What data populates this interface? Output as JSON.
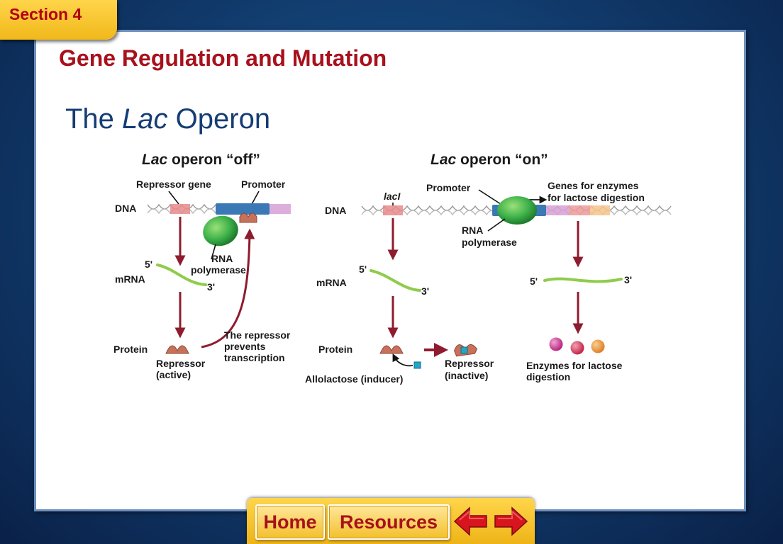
{
  "header": {
    "section_label": "Section 4",
    "chapter_title": "Gene Regulation and Mutation"
  },
  "slide": {
    "title_prefix": "The ",
    "title_italic": "Lac",
    "title_suffix": " Operon"
  },
  "diagram": {
    "off": {
      "title_italic": "Lac",
      "title_rest": " operon “off”",
      "repressor_gene": "Repressor gene",
      "promoter": "Promoter",
      "dna": "DNA",
      "rna_pol_line1": "RNA",
      "rna_pol_line2": "polymerase",
      "five_prime": "5'",
      "three_prime": "3'",
      "mrna": "mRNA",
      "protein": "Protein",
      "repressor_line1": "Repressor",
      "repressor_line2": "(active)",
      "prevents_line1": "The repressor",
      "prevents_line2": "prevents",
      "prevents_line3": "transcription"
    },
    "on": {
      "title_italic": "Lac",
      "title_rest": " operon “on”",
      "laci": "lacI",
      "promoter": "Promoter",
      "genes_line1": "Genes for enzymes",
      "genes_line2": "for lactose digestion",
      "dna": "DNA",
      "rna_pol_line1": "RNA",
      "rna_pol_line2": "polymerase",
      "five_prime_a": "5'",
      "three_prime_a": "3'",
      "five_prime_b": "5'",
      "three_prime_b": "3'",
      "mrna": "mRNA",
      "protein": "Protein",
      "allolactose": "Allolactose (inducer)",
      "repressor_line1": "Repressor",
      "repressor_line2": "(inactive)",
      "enzymes_line1": "Enzymes for lactose",
      "enzymes_line2": "digestion"
    }
  },
  "nav": {
    "home_label": "Home",
    "resources_label": "Resources",
    "back_icon": "left-arrow-icon",
    "forward_icon": "right-arrow-icon"
  },
  "colors": {
    "accent_red": "#a8111c",
    "title_blue": "#153d75",
    "gold": "#f5c22e",
    "arrow_maroon": "#8e1c2e",
    "mrna_green": "#8fcc4a",
    "repressor_brown": "#c8715a"
  }
}
